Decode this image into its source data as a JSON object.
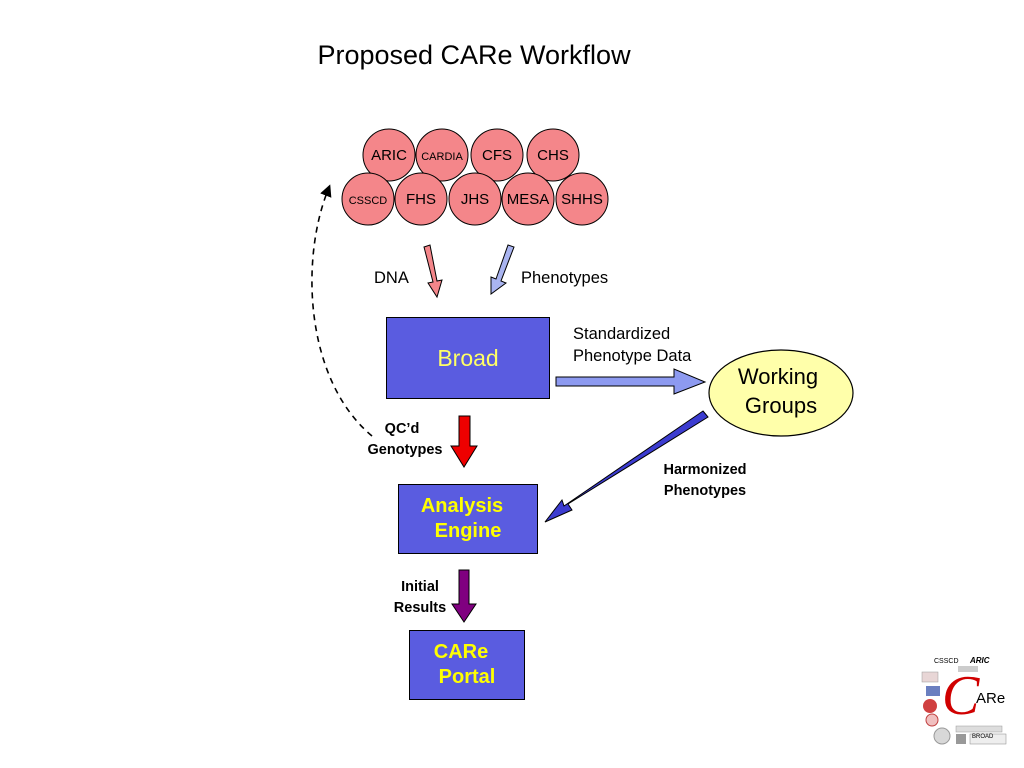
{
  "title": "Proposed CARe Workflow",
  "cohorts_row1": [
    "ARIC",
    "CARDIA",
    "CFS",
    "CHS"
  ],
  "cohorts_row2": [
    "CSSCD",
    "FHS",
    "JHS",
    "MESA",
    "SHHS"
  ],
  "labels": {
    "dna": "DNA",
    "phenotypes": "Phenotypes",
    "standardized_line1": "Standardized",
    "standardized_line2": "Phenotype Data",
    "qcd_line1": "QC’d",
    "qcd_line2": "Genotypes",
    "harmonized_line1": "Harmonized",
    "harmonized_line2": "Phenotypes",
    "initial_line1": "Initial",
    "initial_line2": "Results"
  },
  "boxes": {
    "broad": "Broad",
    "analysis_line1": "Analysis",
    "analysis_line2": "Engine",
    "portal_line1": "CARe",
    "portal_line2": "Portal",
    "working_line1": "Working",
    "working_line2": "Groups"
  },
  "logo": {
    "cssc_text": "CSSCD",
    "aric_text": "ARIC",
    "brand_letter": "C",
    "brand_rest": "ARe",
    "broad_text": "BROAD"
  },
  "colors": {
    "cohort_fill": "#f4868a",
    "box_fill": "#5a5ce0",
    "broad_text": "#ffff66",
    "engine_text": "#ffff00",
    "working_fill": "#ffffaa",
    "dna_arrow": "#f4868a",
    "pheno_arrow": "#a9b4f0",
    "standardized_arrow": "#8d9af0",
    "qc_arrow": "#ee0000",
    "harmonized_arrow": "#3c3cd0",
    "initial_arrow": "#800080"
  }
}
